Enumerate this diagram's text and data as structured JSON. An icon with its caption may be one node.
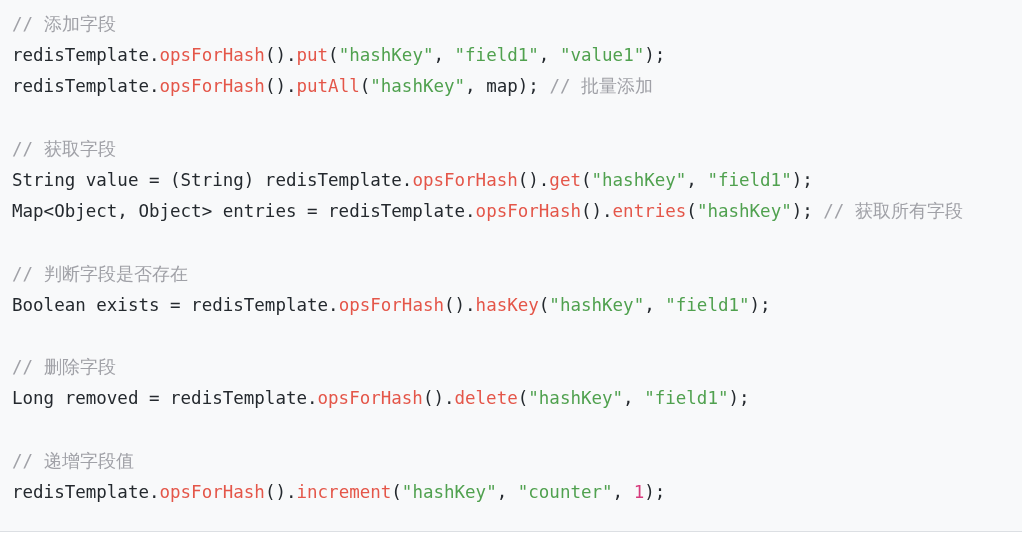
{
  "diagram": {
    "labels": [
      "// 添加字段",
      "redisTemplate.opsForHash().put(\"hashKey\", \"field1\", \"value1\");",
      "redisTemplate.opsForHash().putAll(\"hashKey\", map); // 批量添加",
      "// 获取字段",
      "String value = (String) redisTemplate.opsForHash().get(\"hashKey\", \"field1\");",
      "Map<Object, Object> entries = redisTemplate.opsForHash().entries(\"hashKey\"); // 获取所有字段",
      "// 判断字段是否存在",
      "Boolean exists = redisTemplate.opsForHash().hasKey(\"hashKey\", \"field1\");",
      "// 删除字段",
      "Long removed = redisTemplate.opsForHash().delete(\"hashKey\", \"field1\");",
      "// 递增字段值",
      "redisTemplate.opsForHash().increment(\"hashKey\", \"counter\", 1);"
    ]
  }
}
